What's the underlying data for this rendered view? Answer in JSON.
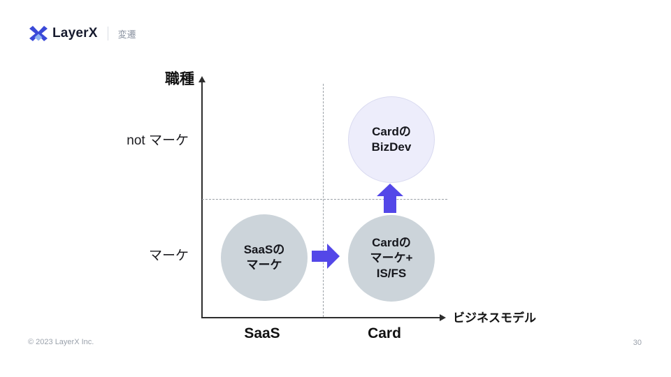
{
  "slide": {
    "logo": {
      "text": "LayerX",
      "subtitle": "変遷"
    },
    "diagram": {
      "y_axis_title": "職種",
      "x_axis_title": "ビジネスモデル",
      "y_labels": {
        "top": "not マーケ",
        "bottom": "マーケ"
      },
      "x_labels": {
        "left": "SaaS",
        "right": "Card"
      },
      "bubbles": {
        "saas_marke": "SaaSの\nマーケ",
        "card_marke": "Cardの\nマーケ+\nIS/FS",
        "card_bizdev": "Cardの\nBizDev"
      }
    },
    "footer": {
      "copyright": "© 2023 LayerX Inc.",
      "page_number": "30"
    },
    "colors": {
      "arrow_blue": "#5347e8",
      "bubble_gray": "#ccd4da",
      "bubble_lavender": "#ededfb",
      "lavender_border": "#d9daf0",
      "logo_dark": "#3a49d8",
      "logo_light": "#8fb3f2",
      "axis_color": "#2d2d2d",
      "dash_color": "#9aa0a6",
      "muted": "#9aa1ab"
    }
  }
}
